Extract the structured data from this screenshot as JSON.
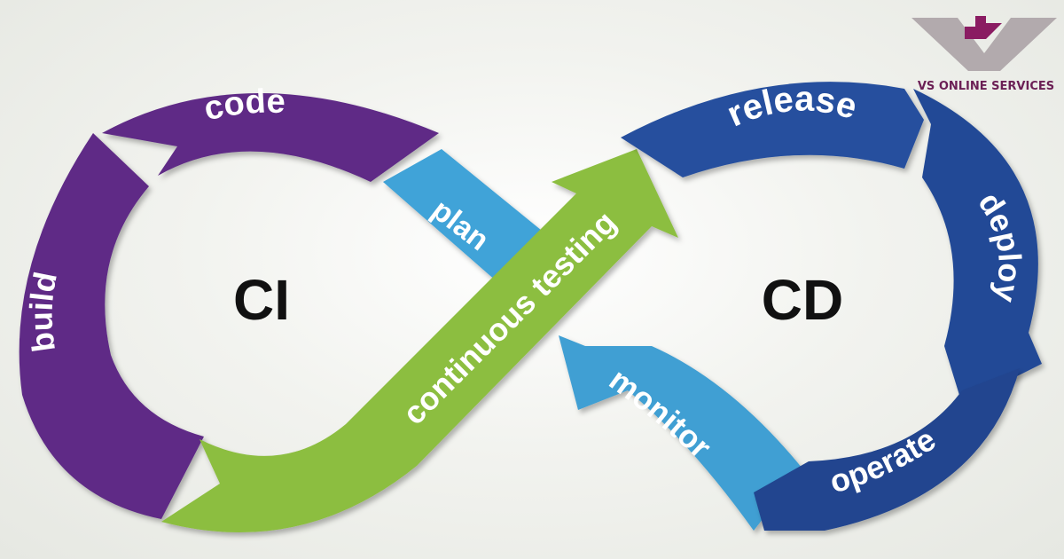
{
  "diagram": {
    "left_center": "CI",
    "right_center": "CD",
    "stages": {
      "code": "code",
      "build": "build",
      "plan": "plan",
      "continuous_testing": "continuous testing",
      "release": "release",
      "deploy": "deploy",
      "operate": "operate",
      "monitor": "monitor"
    }
  },
  "logo": {
    "text": "VS ONLINE SERVICES"
  },
  "colors": {
    "purple": "#5e2c86",
    "green": "#8cbe3f",
    "light_blue": "#3f9fd3",
    "dark_blue": "#234f9e",
    "logo_grey": "#b2aaad",
    "logo_magenta": "#8a1c62",
    "logo_text": "#6b1f55"
  }
}
